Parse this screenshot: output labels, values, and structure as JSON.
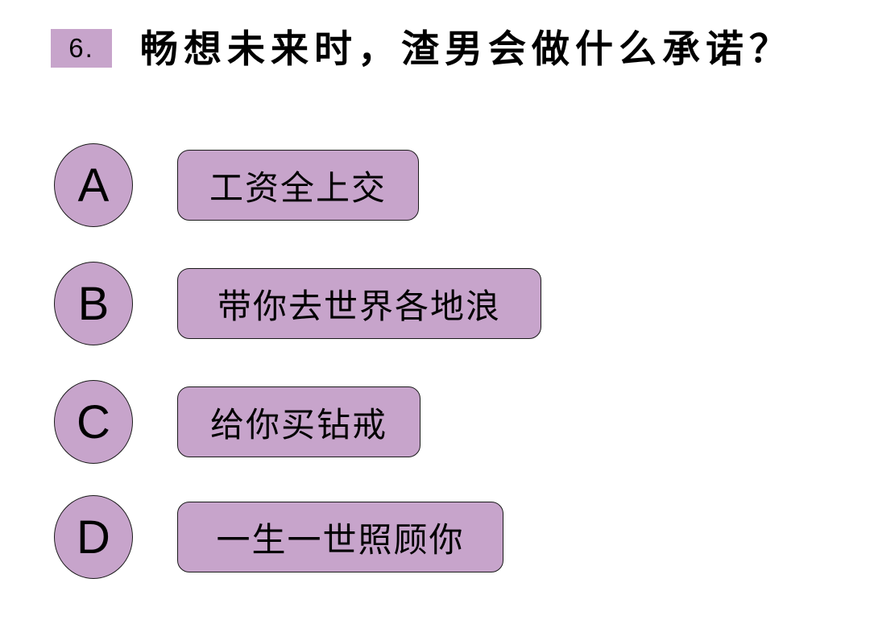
{
  "colors": {
    "accent_fill": "#c7a4cb",
    "outline": "#1a1a1a",
    "text": "#000000",
    "page_bg": "#ffffff"
  },
  "question": {
    "number": "6.",
    "title": "畅想未来时，渣男会做什么承诺？"
  },
  "options": [
    {
      "letter": "A",
      "text": "工资全上交"
    },
    {
      "letter": "B",
      "text": "带你去世界各地浪"
    },
    {
      "letter": "C",
      "text": "给你买钻戒"
    },
    {
      "letter": "D",
      "text": "一生一世照顾你"
    }
  ]
}
